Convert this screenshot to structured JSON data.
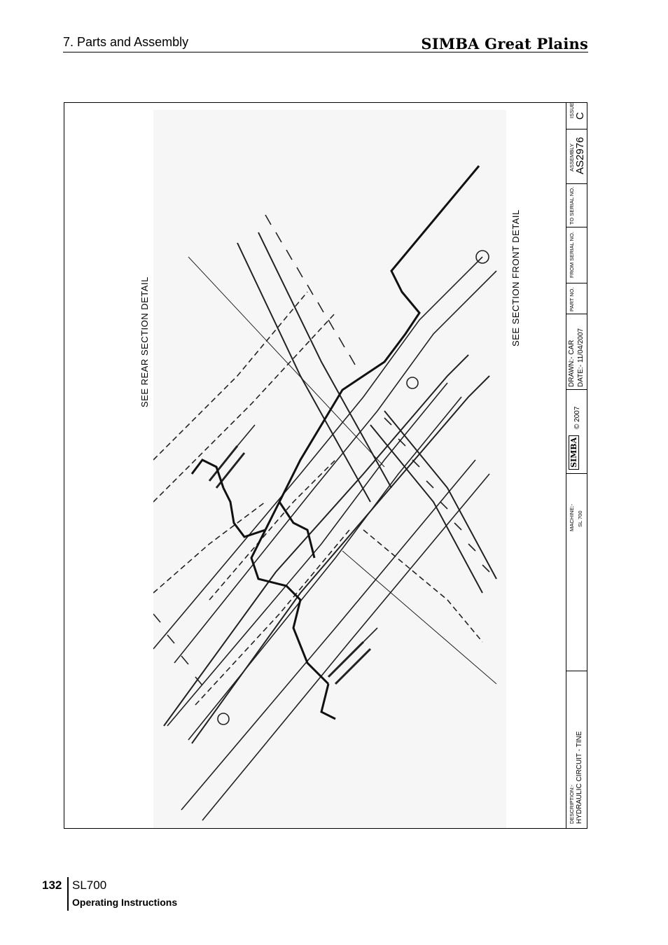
{
  "header": {
    "section": "7. Parts and Assembly",
    "brand": "SIMBA Great Plains"
  },
  "drawing": {
    "label_rear": "SEE REAR SECTION DETAIL",
    "label_front": "SEE SECTION FRONT DETAIL"
  },
  "title_block": {
    "issue_label": "ISSUE",
    "issue_value": "C",
    "assembly_label": "ASSEMBLY",
    "assembly_value": "AS2976",
    "to_serial_label": "TO SERIAL NO.",
    "from_serial_label": "FROM SERIAL NO.",
    "part_no_label": "PART NO.",
    "drawn_label": "DRAWN:- CAR",
    "date_label": "DATE:- 11/04/2007",
    "logo_text": "SIMBA",
    "copyright": "© 2007",
    "machine_label": "MACHINE:-",
    "machine_value": "SL 700",
    "description_label": "DESCRIPTION:-",
    "description_value": "HYDRAULIC CIRCUIT - TINE"
  },
  "footer": {
    "page_number": "132",
    "model": "SL700",
    "subtitle": "Operating Instructions"
  }
}
